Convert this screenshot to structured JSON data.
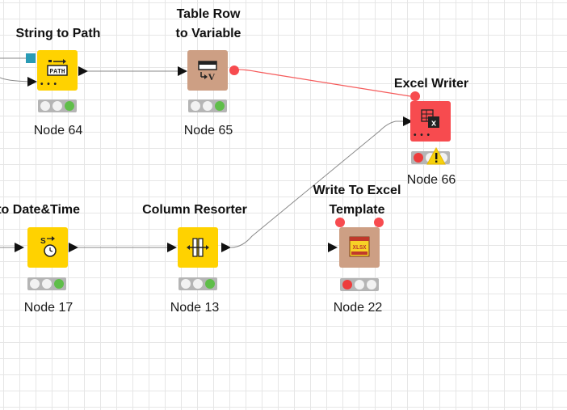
{
  "nodes": [
    {
      "id": "string-to-path",
      "title": [
        "String to Path"
      ],
      "label": "Node 64",
      "color": "yellow",
      "status": "green",
      "icon": "path-icon"
    },
    {
      "id": "table-row-to-variable",
      "title": [
        "Table Row",
        "to Variable"
      ],
      "label": "Node 65",
      "color": "tan",
      "status": "green",
      "icon": "table-row-variable-icon"
    },
    {
      "id": "excel-writer",
      "title": [
        "Excel Writer"
      ],
      "label": "Node 66",
      "color": "red",
      "status": "red",
      "warning": true,
      "icon": "excel-icon"
    },
    {
      "id": "string-to-datetime",
      "title": [
        "g to Date&Time"
      ],
      "label": "Node 17",
      "color": "yellow",
      "status": "green",
      "icon": "clock-icon"
    },
    {
      "id": "column-resorter",
      "title": [
        "Column Resorter"
      ],
      "label": "Node 13",
      "color": "yellow",
      "status": "green",
      "icon": "column-resort-icon"
    },
    {
      "id": "write-to-excel-template",
      "title": [
        "Write To Excel",
        "Template"
      ],
      "label": "Node 22",
      "color": "tan",
      "status": "red",
      "icon": "xlsx-template-icon"
    }
  ],
  "colors": {
    "yellow": "#ffd200",
    "tan": "#cd9f84",
    "red": "#f74b4f",
    "flow_var_port": "#f74b4f",
    "data_connection": "#555555",
    "variable_connection": "#f55b5b",
    "model_port": "#2a9bb5"
  }
}
